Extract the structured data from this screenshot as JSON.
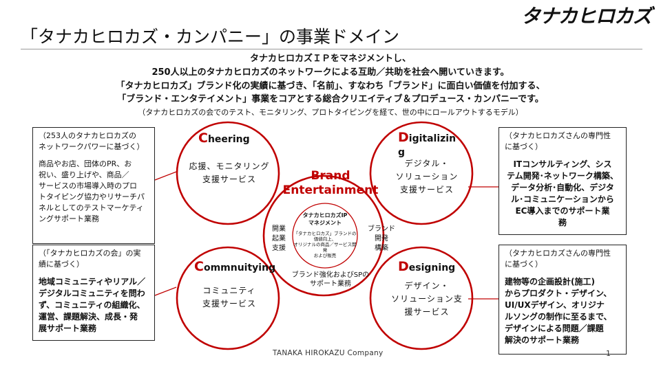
{
  "header": {
    "logo": "タナカヒロカズ",
    "title": "「タナカヒロカズ・カンパニー」の事業ドメイン"
  },
  "intro": {
    "lines": [
      "タナカヒロカズＩＰをマネジメントし、",
      "250人以上のタナカヒロカズのネットワークによる互助／共助を社会へ開いていきます。",
      "「タナカヒロカズ」ブランド化の実績に基づき、「名前」、すなわち「ブランド」に面白い価値を付加する、",
      "「ブランド・エンタテイメント」事業をコアとする総合クリエイティブ＆プロデュース・カンパニーです。"
    ],
    "note": "（タナカヒロカズの会でのテスト、モニタリング、プロトタイピングを経て、世の中にロールアウトするモデル）"
  },
  "colors": {
    "accent": "#c00000",
    "line": "#c00000"
  },
  "circles": {
    "cheering": {
      "cap": "C",
      "rest": "heering",
      "text": [
        "応援、モニタリング",
        "支援サービス"
      ]
    },
    "digitalizing": {
      "cap": "D",
      "rest_line1": "igitalizin",
      "rest_line2": "g",
      "text": [
        "デジタル・",
        "ソリューション",
        "支援サービス"
      ]
    },
    "community": {
      "cap": "C",
      "rest": "ommnuitying",
      "text": [
        "コミュニティ",
        "支援サービス"
      ]
    },
    "designing": {
      "cap": "D",
      "rest": "esigning",
      "text": [
        "デザイン・",
        "ソリューション支",
        "援サービス"
      ]
    }
  },
  "center": {
    "brand": [
      "Brand",
      "Entertainment"
    ],
    "ip_title": [
      "タナカヒロカズIP",
      "マネジメント"
    ],
    "ip_text": [
      "「タナカヒロカズ」ブランドの",
      "価値向上、",
      "オリジナルの商品／サービス開発",
      "および販売"
    ],
    "left": [
      "開業",
      "起業",
      "支援"
    ],
    "right": [
      "ブランド",
      "開発",
      "構築"
    ],
    "bottom": [
      "ブランド強化およびSPの",
      "サポート業務"
    ]
  },
  "boxes": {
    "top_left": {
      "head": [
        "（253人のタナカヒロカズの",
        "ネットワークパワーに基づく）"
      ],
      "body": [
        "商品やお店、団体のPR、お",
        "祝い、盛り上げや、商品／",
        "サービスの市場導入時のプロ",
        "トタイピング協力やリサーチパ",
        "ネルとしてのテストマーケティ",
        "ングサポート業務"
      ]
    },
    "bottom_left": {
      "head": [
        "（「タナカヒロカズの会」の実",
        "績に基づく）"
      ],
      "body": [
        "地域コミュニティやリアル／",
        "デジタルコミュニティを問わ",
        "ず、コミュニティの組織化、",
        "運営、課題解決、成長・発",
        "展サポート業務"
      ]
    },
    "top_right": {
      "head": [
        "（タナカヒロカズさんの専門性",
        "に基づく）"
      ],
      "body": [
        "ITコンサルティング、シス",
        "テム開発･ネットワーク構築、",
        "データ分析･自動化、デジタ",
        "ル･コミュニケーションから",
        "EC導入までのサポート業",
        "務"
      ]
    },
    "bottom_right": {
      "head": [
        "（タナカヒロカズさんの専門性",
        "に基づく）"
      ],
      "body": [
        "建物等の企画設計(施工)",
        "からプロダクト・デザイン、",
        "UI/UXデザイン、オリジナ",
        "ルソングの制作に至るまで、",
        "デザインによる問題／課題",
        "解決のサポート業務"
      ]
    }
  },
  "footer": {
    "company": "TANAKA HIROKAZU Company",
    "page": "1"
  }
}
